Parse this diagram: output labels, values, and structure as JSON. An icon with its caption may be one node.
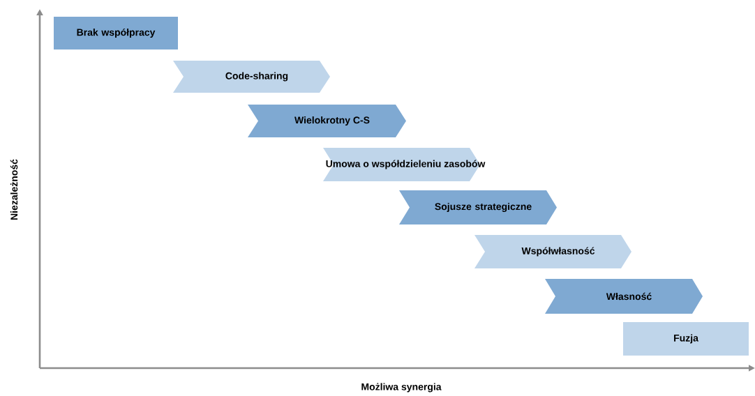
{
  "diagram": {
    "nodes": [
      {
        "text": [
          "Brak współpracy"
        ]
      },
      {
        "text": [
          "Code-sharing"
        ]
      },
      {
        "text": [
          "Wielokrotny C-S"
        ]
      },
      {
        "text": [
          "Umowa o współdzieleniu zasobów"
        ]
      },
      {
        "text": [
          "Sojusze strategiczne"
        ]
      },
      {
        "text": [
          "Współwłasność"
        ]
      },
      {
        "text": [
          "Własność"
        ]
      },
      {
        "text": [
          "Fuzja"
        ]
      }
    ],
    "labels": [
      "Niezależność",
      "Możliwa synergia"
    ]
  }
}
